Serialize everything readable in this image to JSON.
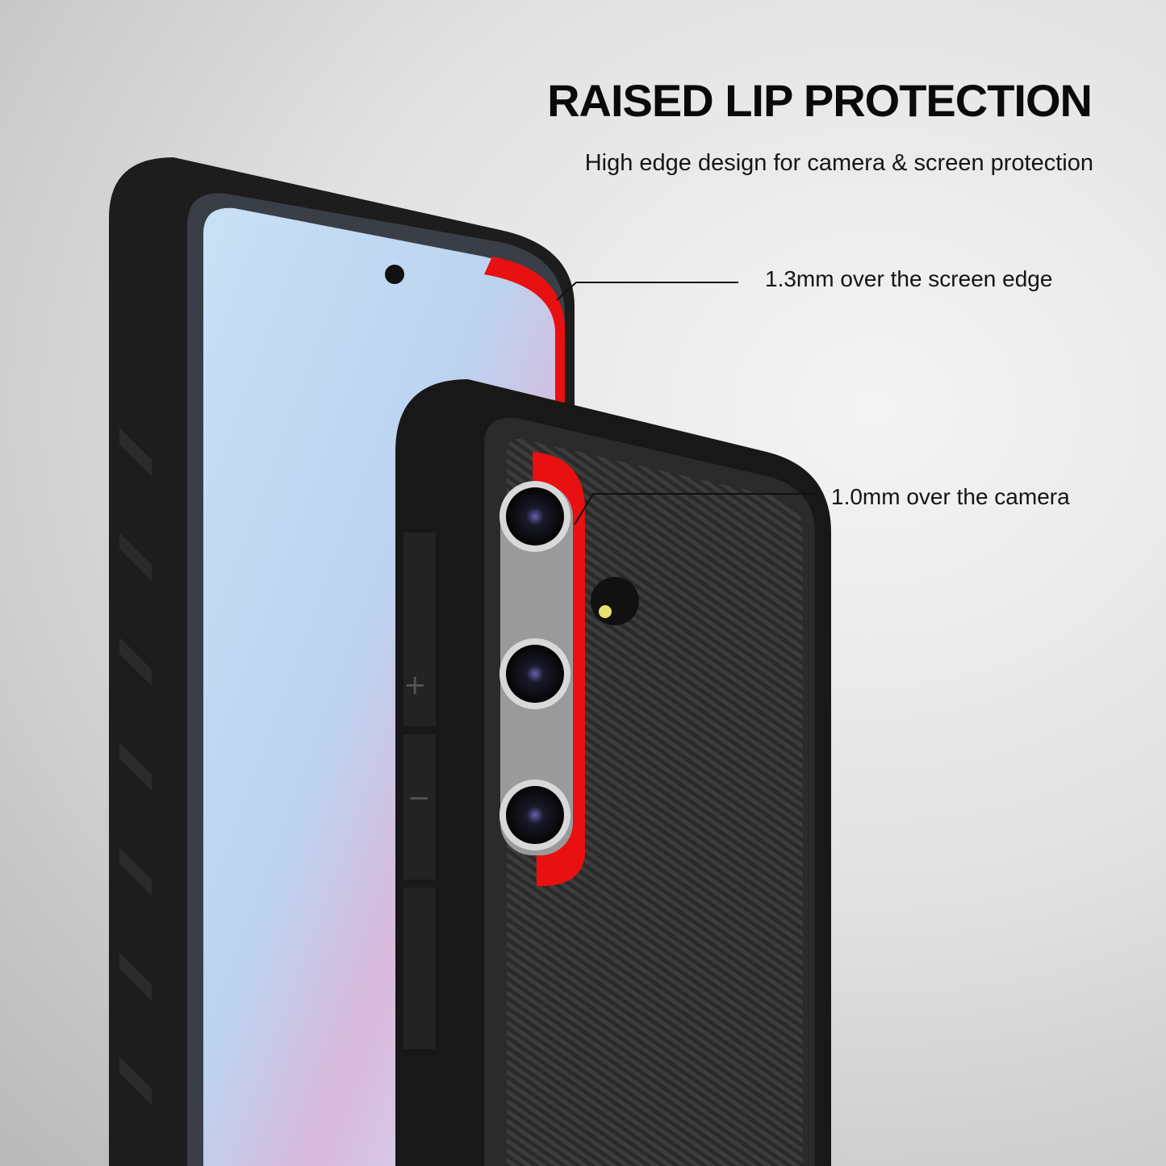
{
  "heading": {
    "title": "RAISED LIP PROTECTION",
    "subtitle": "High edge design for camera & screen protection"
  },
  "callouts": [
    {
      "label": "1.3mm over the screen edge"
    },
    {
      "label": "1.0mm over the camera"
    }
  ],
  "colors": {
    "accent": "#e81010",
    "case": "#1c1c1c",
    "screen": "#c7ddf2"
  }
}
